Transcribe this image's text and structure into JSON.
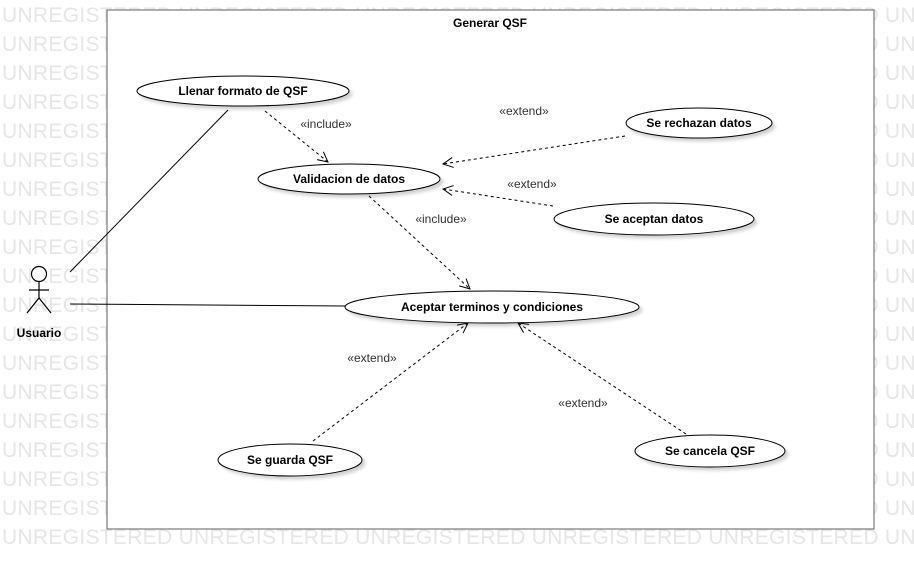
{
  "watermark": {
    "text": "UNREGISTERED UNREGISTERED UNREGISTERED UNREGISTERED UNREGISTERED UNREGISTERED"
  },
  "system": {
    "title": "Generar QSF"
  },
  "actor": {
    "name": "Usuario"
  },
  "use_cases": {
    "llenar": "Llenar formato de QSF",
    "validacion": "Validacion de datos",
    "rechazan": "Se rechazan datos",
    "aceptan": "Se aceptan datos",
    "aceptar_terminos": "Aceptar terminos y condiciones",
    "guarda": "Se guarda QSF",
    "cancela": "Se cancela QSF"
  },
  "relations": {
    "include_1": "«include»",
    "include_2": "«include»",
    "extend_rechazan": "«extend»",
    "extend_aceptan": "«extend»",
    "extend_guarda": "«extend»",
    "extend_cancela": "«extend»"
  }
}
